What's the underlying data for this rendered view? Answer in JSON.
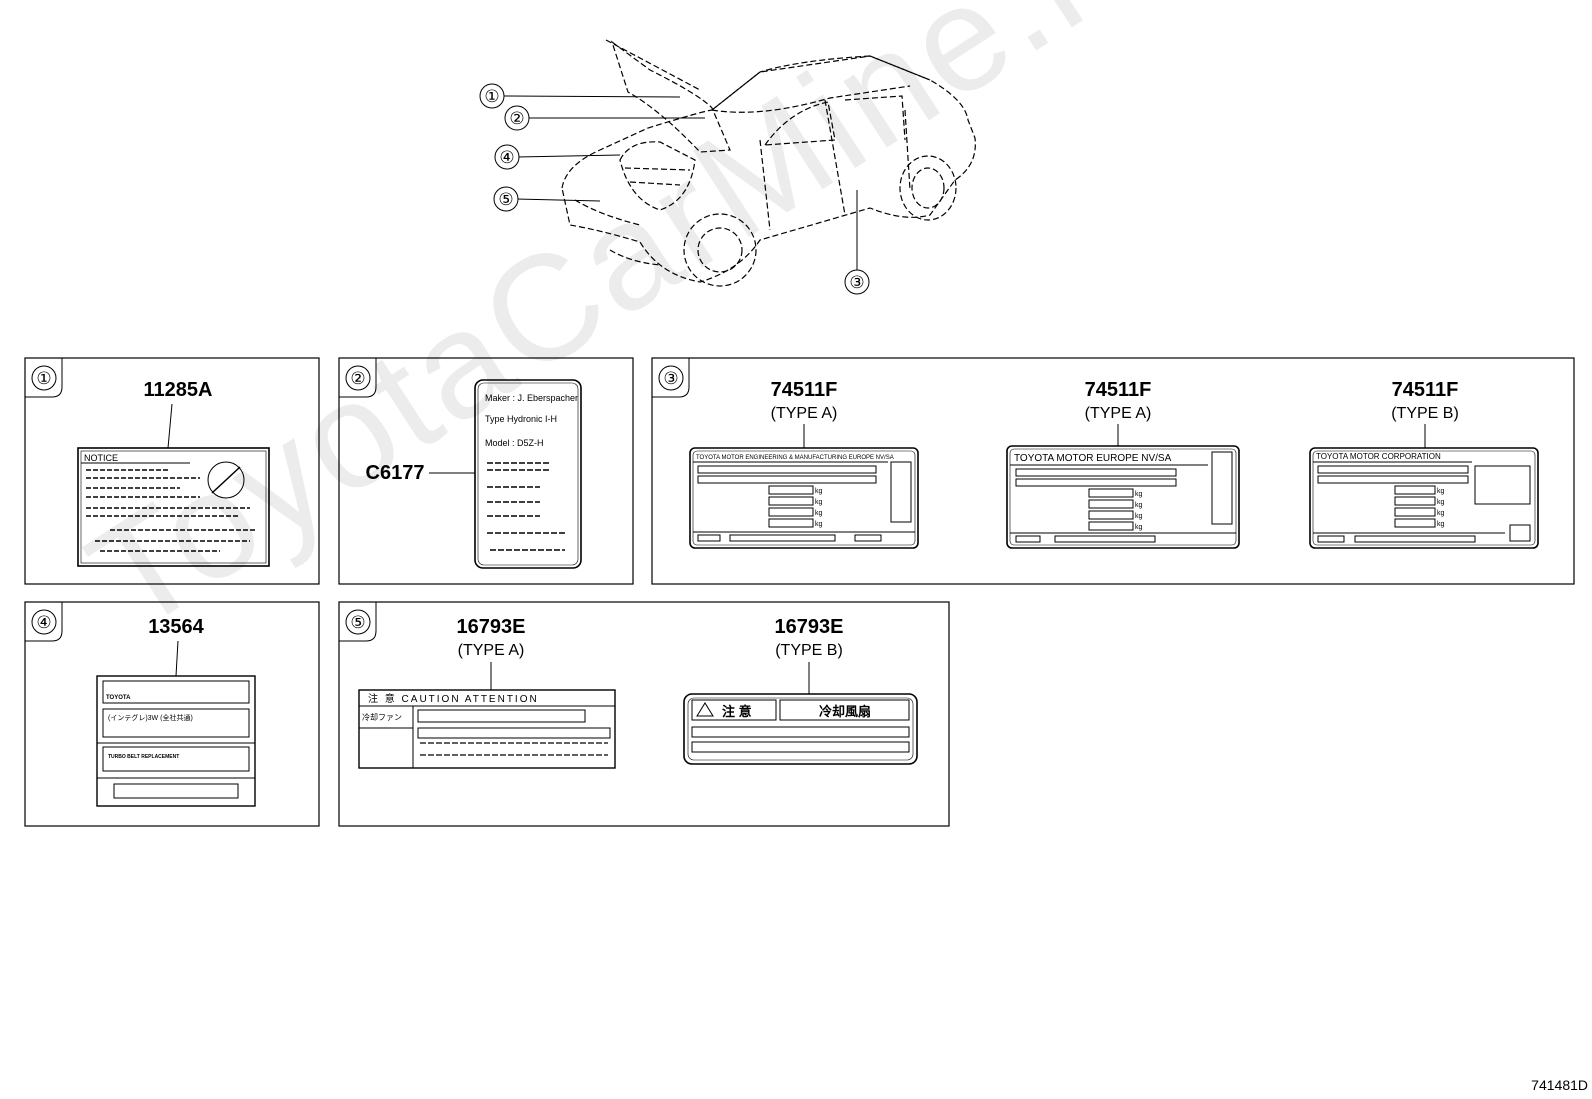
{
  "watermark": "ToyotaCarMine.ru",
  "diagram_code": "741481D",
  "car_callouts": [
    "①",
    "②",
    "③",
    "④",
    "⑤"
  ],
  "panels": {
    "p1": {
      "num": "①",
      "part": "11285A",
      "label_lines": [
        "NOTICE"
      ]
    },
    "p2": {
      "num": "②",
      "part": "C6177",
      "label_lines": [
        "Maker : J. Eberspacher",
        "Type    Hydronic I-H",
        "Model : D5Z-H"
      ]
    },
    "p3": {
      "num": "③",
      "items": [
        {
          "part": "74511F",
          "type": "(TYPE A)",
          "header": "TOYOTA MOTOR ENGINEERING & MANUFACTURING EUROPE NV/SA"
        },
        {
          "part": "74511F",
          "type": "(TYPE A)",
          "header": "TOYOTA MOTOR EUROPE NV/SA"
        },
        {
          "part": "74511F",
          "type": "(TYPE B)",
          "header": "TOYOTA MOTOR CORPORATION"
        }
      ],
      "unit": "kg"
    },
    "p4": {
      "num": "④",
      "part": "13564",
      "label_lines": [
        "TOYOTA",
        "(インテグレ)3W  (全社共通)",
        "TURBO BELT REPLACEMENT"
      ]
    },
    "p5": {
      "num": "⑤",
      "items": [
        {
          "part": "16793E",
          "type": "(TYPE A)",
          "header": "注 意  CAUTION  ATTENTION",
          "side": "冷却ファン"
        },
        {
          "part": "16793E",
          "type": "(TYPE B)",
          "header_left": "注 意",
          "header_right": "冷却風扇"
        }
      ]
    }
  }
}
